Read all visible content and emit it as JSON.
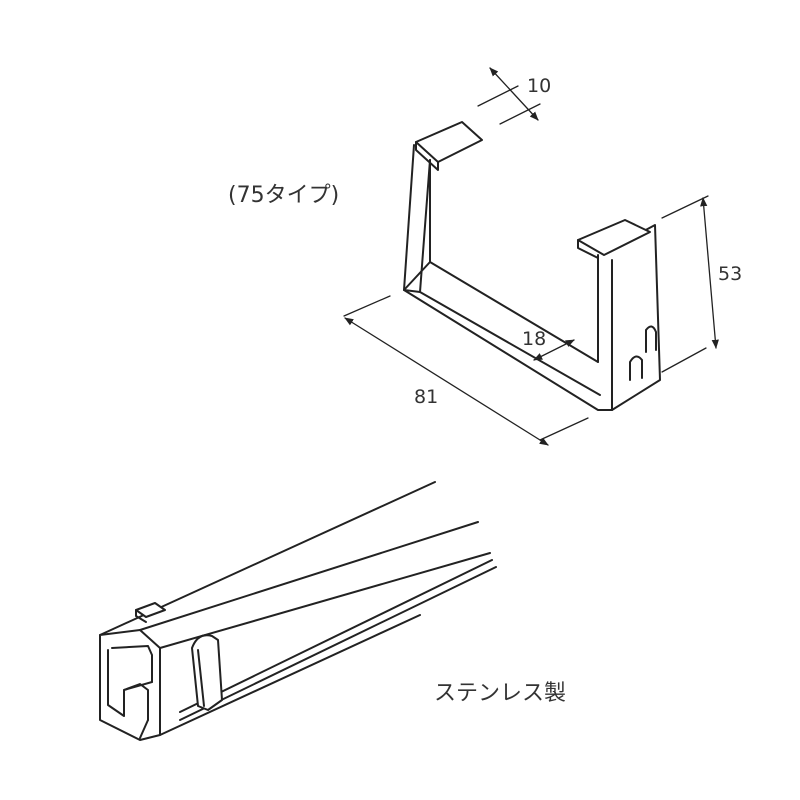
{
  "labels": {
    "type": "(75タイプ)",
    "material": "ステンレス製"
  },
  "dimensions": {
    "width": "10",
    "height": "53",
    "depth": "18",
    "length": "81"
  }
}
